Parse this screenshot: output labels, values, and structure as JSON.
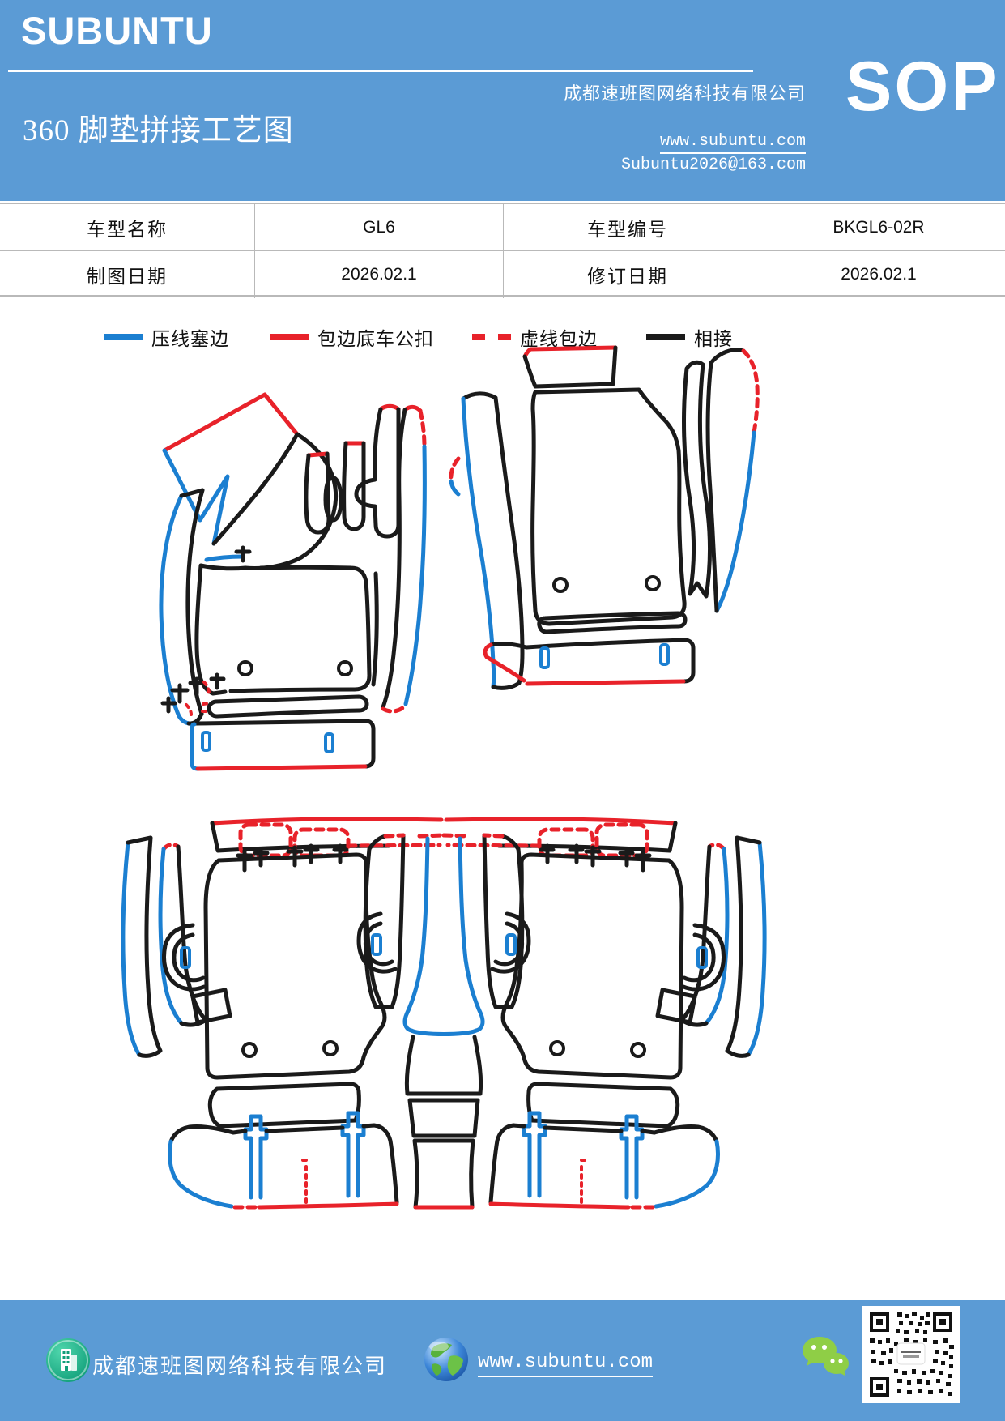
{
  "header": {
    "logo": "SUBUNTU",
    "title": "360 脚垫拼接工艺图",
    "company": "成都速班图网络科技有限公司",
    "badge": "SOP",
    "website": "www.subuntu.com",
    "email": "Subuntu2026@163.com"
  },
  "info_table": {
    "rows": [
      [
        "车型名称",
        "GL6",
        "车型编号",
        "BKGL6-02R"
      ],
      [
        "制图日期",
        "2026.02.1",
        "修订日期",
        "2026.02.1"
      ]
    ]
  },
  "legend": {
    "items": [
      {
        "label": "压线塞边",
        "color": "#1b7fd1",
        "style": "solid"
      },
      {
        "label": "包边底车公扣",
        "color": "#e8222a",
        "style": "solid"
      },
      {
        "label": "虚线包边",
        "color": "#e8222a",
        "style": "dashed"
      },
      {
        "label": "相接",
        "color": "#1a1a1a",
        "style": "solid"
      }
    ]
  },
  "diagram_colors": {
    "outline": "#1a1a1a",
    "press_edge": "#1b7fd1",
    "binding_edge": "#e8222a"
  },
  "footer": {
    "company": "成都速班图网络科技有限公司",
    "website": "www.subuntu.com"
  },
  "colors": {
    "theme_blue": "#5b9bd5",
    "table_border": "#b9b9b9"
  }
}
